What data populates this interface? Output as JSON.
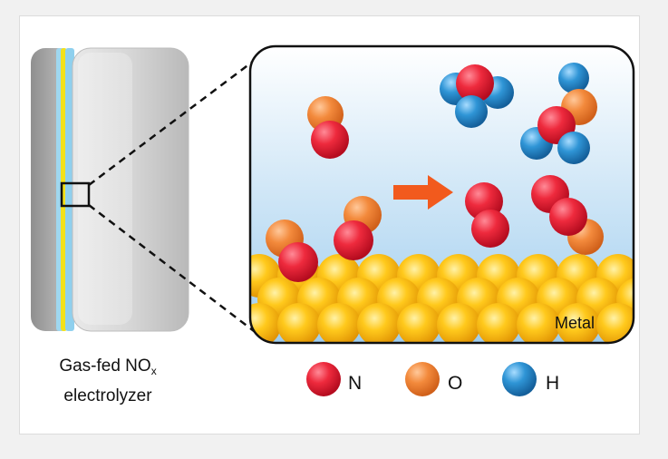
{
  "device": {
    "caption_line1": "Gas-fed NO",
    "caption_subscript": "x",
    "caption_line2": "electrolyzer"
  },
  "zoom_panel": {
    "metal_label": "Metal"
  },
  "legend": [
    {
      "label": "N",
      "color": "#e8192f",
      "icon": "nitrogen-atom-icon"
    },
    {
      "label": "O",
      "color": "#f07c2a",
      "icon": "oxygen-atom-icon"
    },
    {
      "label": "H",
      "color": "#1f86c8",
      "icon": "hydrogen-atom-icon"
    }
  ],
  "colors": {
    "nitrogen": "#e8192f",
    "oxygen": "#f07c2a",
    "hydrogen": "#1f86c8",
    "metal": "#f5b400",
    "arrow": "#f25a1d",
    "electrolyte_top": "#ffffff",
    "electrolyte_bottom": "#a9d3ef"
  }
}
